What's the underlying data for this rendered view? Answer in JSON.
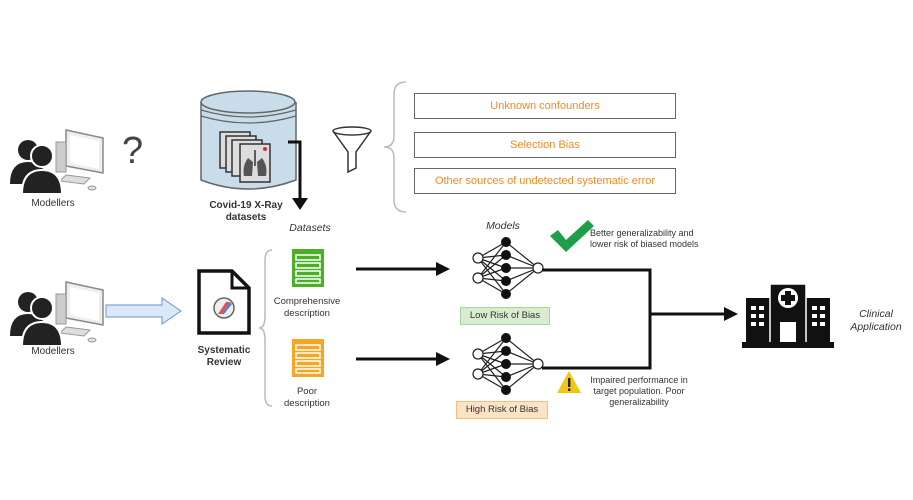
{
  "top_row": {
    "modellers_label": "Modellers",
    "question_mark": "?",
    "database_label_line1": "Covid-19 X-Ray",
    "database_label_line2": "datasets",
    "bias_sources": [
      "Unknown confounders",
      "Selection Bias",
      "Other sources of undetected systematic error"
    ]
  },
  "bottom_row": {
    "modellers_label": "Modellers",
    "review_label_line1": "Systematic",
    "review_label_line2": "Review",
    "datasets_heading": "Datasets",
    "dataset_good_line1": "Comprehensive",
    "dataset_good_line2": "description",
    "dataset_poor_line1": "Poor",
    "dataset_poor_line2": "description",
    "models_heading": "Models",
    "low_risk_label": "Low Risk of Bias",
    "high_risk_label": "High Risk of Bias",
    "good_outcome_line1": "Better generalizability and",
    "good_outcome_line2": "lower risk of biased models",
    "poor_outcome_line1": "Impaired performance in",
    "poor_outcome_line2": "target population. Poor",
    "poor_outcome_line3": "generalizability",
    "clinical_line1": "Clinical",
    "clinical_line2": "Application"
  },
  "colors": {
    "bias_text": "#f08a24",
    "good_green": "#4caf2a",
    "poor_orange": "#f5a623",
    "check_green": "#1e9e4a",
    "warn_yellow": "#f2c80f",
    "low_risk_bg": "#d8edd0",
    "high_risk_bg": "#fbe3c4",
    "arrow_blue": "#dbe8f7"
  }
}
